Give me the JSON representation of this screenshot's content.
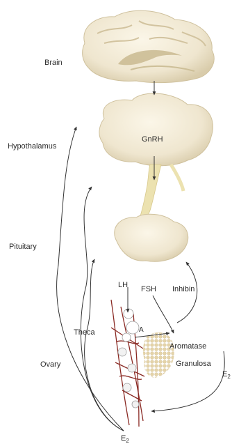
{
  "labels": {
    "brain": "Brain",
    "hypothalamus": "Hypothalamus",
    "gnrh": "GnRH",
    "pituitary": "Pituitary",
    "lh": "LH",
    "fsh": "FSH",
    "inhibin": "Inhibin",
    "theca": "Theca",
    "a": "A",
    "aromatase": "Aromatase",
    "granulosa": "Granulosa",
    "ovary": "Ovary",
    "e2_right": "E",
    "e2_bottom": "E",
    "subscript": "2"
  },
  "colors": {
    "tissue": "#efe6cf",
    "tissue_shadow": "#d9ccab",
    "stalk": "#ece2b0",
    "vessel": "#8a2a24",
    "cell": "#ffffff",
    "granulosa_dots": "#e4d3a8",
    "arrow": "#333333"
  }
}
